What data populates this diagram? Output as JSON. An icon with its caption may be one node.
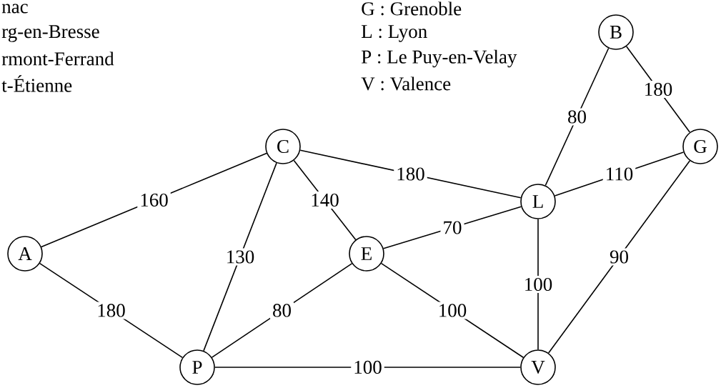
{
  "diagram": {
    "nodes": [
      {
        "text": [
          "B"
        ]
      },
      {
        "text": [
          "C"
        ]
      },
      {
        "text": [
          "G"
        ]
      },
      {
        "text": [
          "L"
        ]
      },
      {
        "text": [
          "A"
        ]
      },
      {
        "text": [
          "E"
        ]
      },
      {
        "text": [
          "P"
        ]
      },
      {
        "text": [
          "V"
        ]
      }
    ],
    "edges": [
      {
        "from": 4,
        "to": 1,
        "arrow": "none",
        "label": "160"
      },
      {
        "from": 4,
        "to": 6,
        "arrow": "none",
        "label": "180"
      },
      {
        "from": 1,
        "to": 6,
        "arrow": "none",
        "label": "130"
      },
      {
        "from": 1,
        "to": 5,
        "arrow": "none",
        "label": "140"
      },
      {
        "from": 1,
        "to": 3,
        "arrow": "none",
        "label": "180"
      },
      {
        "from": 5,
        "to": 3,
        "arrow": "none",
        "label": "70"
      },
      {
        "from": 5,
        "to": 6,
        "arrow": "none",
        "label": "80"
      },
      {
        "from": 5,
        "to": 7,
        "arrow": "none",
        "label": "100"
      },
      {
        "from": 6,
        "to": 7,
        "arrow": "none",
        "label": "100"
      },
      {
        "from": 3,
        "to": 7,
        "arrow": "none",
        "label": "100"
      },
      {
        "from": 3,
        "to": 0,
        "arrow": "none",
        "label": "80"
      },
      {
        "from": 0,
        "to": 2,
        "arrow": "none",
        "label": "180"
      },
      {
        "from": 3,
        "to": 2,
        "arrow": "none",
        "label": "110"
      },
      {
        "from": 2,
        "to": 7,
        "arrow": "none",
        "label": "90"
      }
    ],
    "labels": [
      "nac",
      "G : Grenoble",
      "rg-en-Bresse",
      "L : Lyon",
      "rmont-Ferrand",
      "P : Le Puy-en-Velay",
      "t-Étienne",
      "V : Valence"
    ]
  }
}
